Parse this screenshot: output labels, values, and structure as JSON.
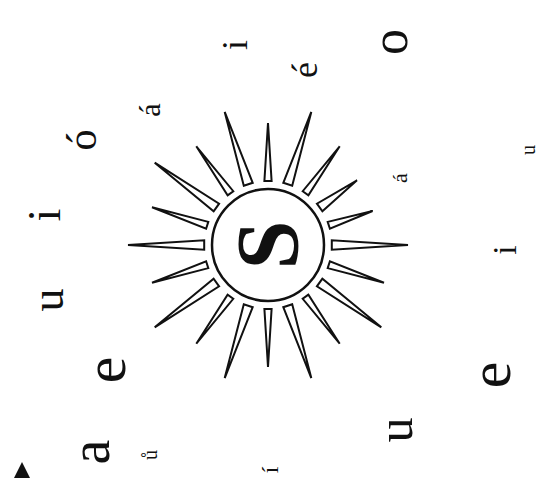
{
  "diagram": {
    "nodes": [
      {
        "text": [
          "S"
        ]
      }
    ],
    "labels": [
      "u",
      "i",
      "ó",
      "á",
      "i",
      "é",
      "o",
      "á",
      "u",
      "i",
      "e",
      "u",
      "í",
      "ů",
      "a",
      "e"
    ]
  }
}
